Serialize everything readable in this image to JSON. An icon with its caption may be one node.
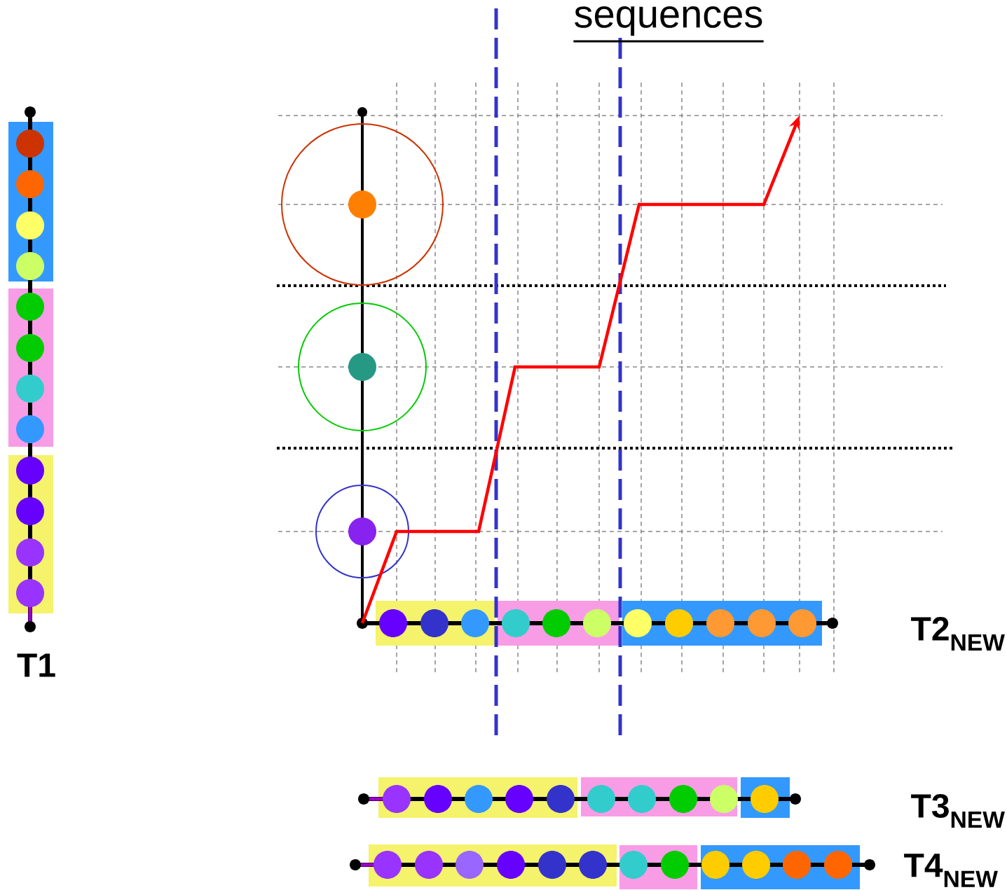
{
  "diagram": {
    "labels": [
      "sequences",
      "T1",
      "T2$_{NEW}$",
      "T3$_{NEW}$",
      "T4$_{NEW}$"
    ]
  }
}
